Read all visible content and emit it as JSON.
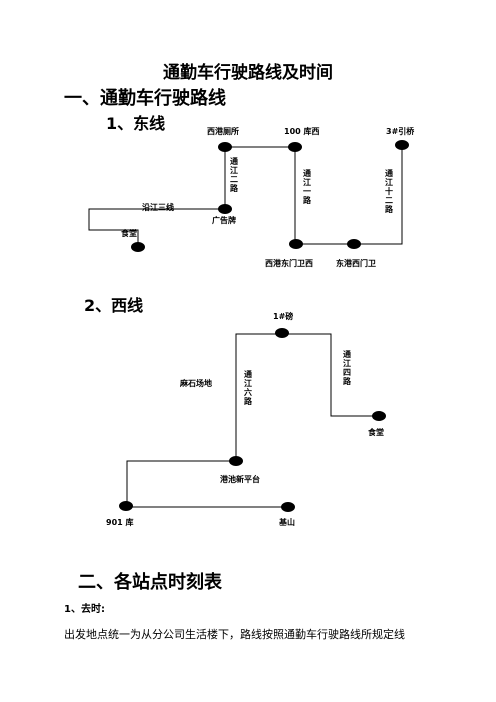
{
  "title": "通勤车行驶路线及时间",
  "section1": {
    "heading": "一、通勤车行驶路线",
    "east": {
      "heading": "1、东线",
      "stops": {
        "xigang_changsuo": "西港厕所",
        "ku100_xi": "100 库西",
        "yinqiao3": "3#引桥",
        "yanjiang_sanxian": "沿江三线",
        "guanggaopai": "广告牌",
        "shitang": "食堂",
        "xigang_dongmen": "西港东门卫西",
        "donggang_ximen": "东港西门卫"
      },
      "roads": {
        "tongjiang2": "通江二路",
        "tongjiang1": "通江一路",
        "tongjiang12": "通江十二路"
      }
    },
    "west": {
      "heading": "2、西线",
      "stops": {
        "bang1": "1#磅",
        "mashi": "麻石场地",
        "shitang": "食堂",
        "xinpingtai": "港池新平台",
        "ku901": "901 库",
        "jishan": "基山"
      },
      "roads": {
        "tongjiang6": "通江六路",
        "tongjiang4": "通江四路"
      }
    }
  },
  "section2": {
    "heading": "二、各站点时刻表",
    "sub": "1、去时:",
    "text": "出发地点统一为从分公司生活楼下，路线按照通勤车行驶路线所规定线"
  }
}
